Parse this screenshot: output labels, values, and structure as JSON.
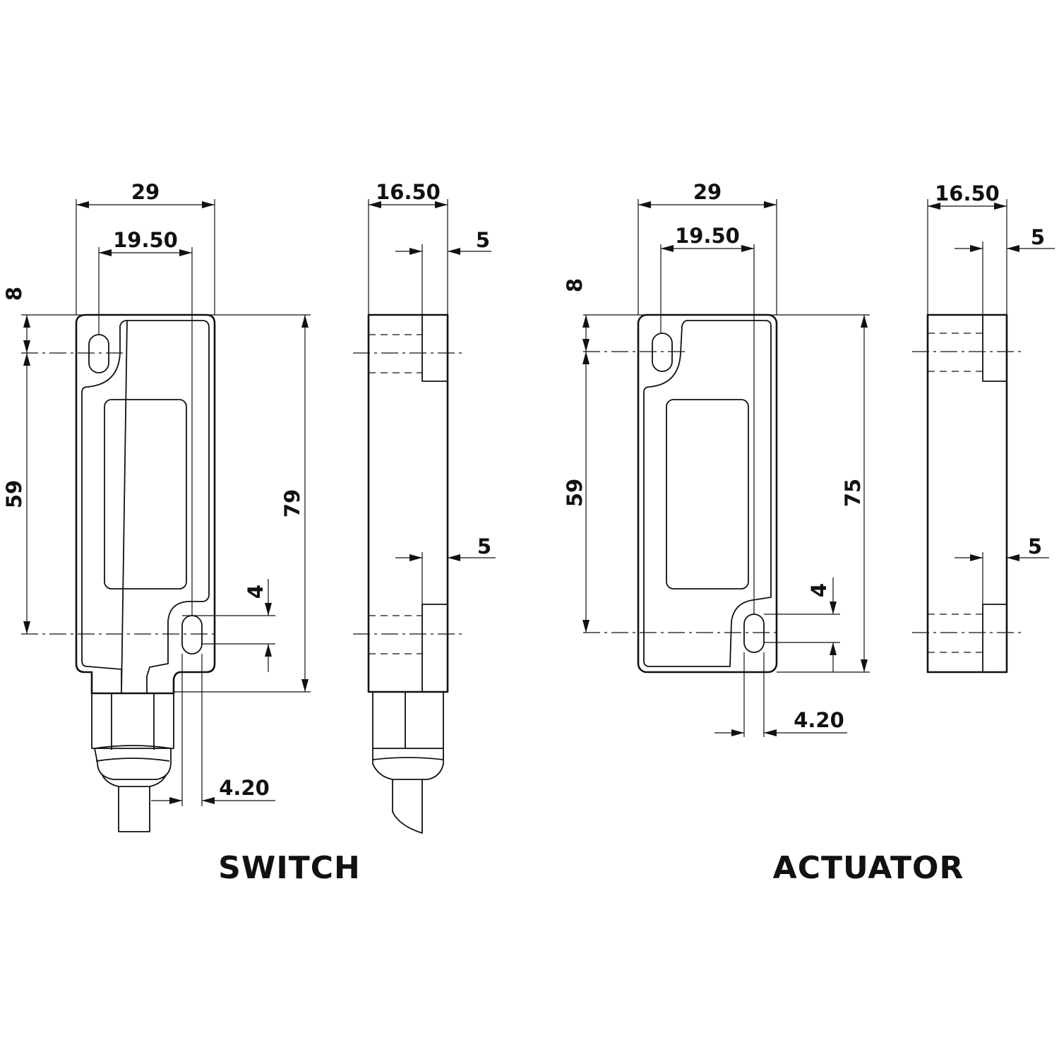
{
  "switch": {
    "caption": "SWITCH",
    "dims": {
      "overall_width": "29",
      "hole_spacing": "19.50",
      "side_depth": "16.50",
      "step_top": "5",
      "step_bottom": "5",
      "top_offset": "8",
      "slot_vertical": "59",
      "overall_length": "79",
      "slot_length": "4",
      "slot_width": "4.20"
    }
  },
  "actuator": {
    "caption": "ACTUATOR",
    "dims": {
      "overall_width": "29",
      "hole_spacing": "19.50",
      "side_depth": "16.50",
      "step_top": "5",
      "step_bottom": "5",
      "top_offset": "8",
      "slot_vertical": "59",
      "overall_length": "75",
      "slot_length": "4",
      "slot_width": "4.20"
    }
  }
}
